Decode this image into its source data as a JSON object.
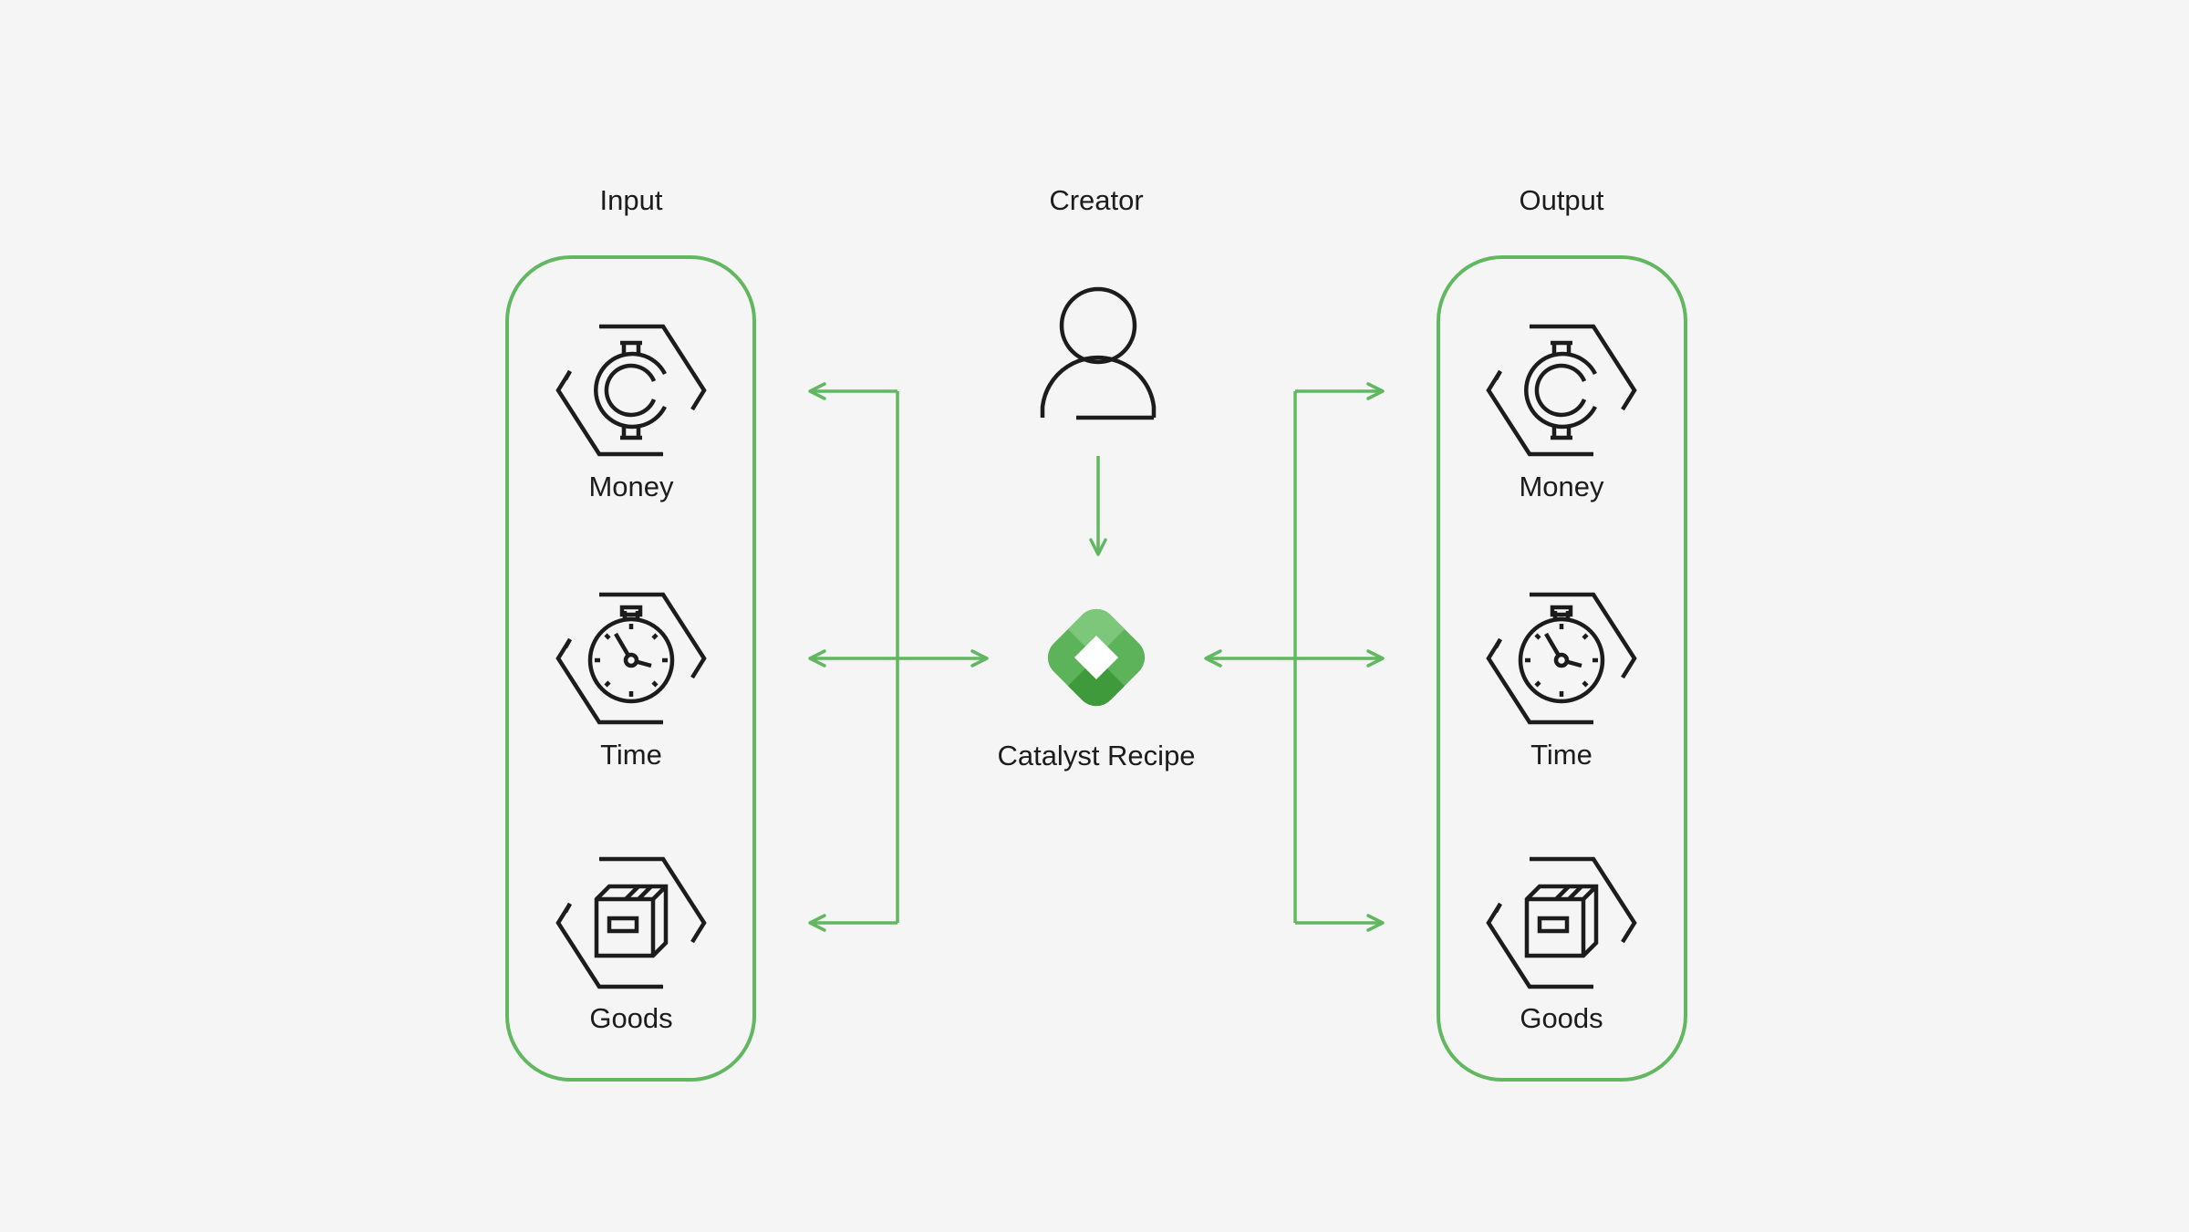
{
  "headers": {
    "input": "Input",
    "creator": "Creator",
    "output": "Output"
  },
  "center": {
    "label": "Catalyst Recipe",
    "icon": "catalyst-logo-icon"
  },
  "creator_icon": "person-icon",
  "input_items": [
    {
      "label": "Money",
      "icon": "money-hexagon-icon"
    },
    {
      "label": "Time",
      "icon": "stopwatch-hexagon-icon"
    },
    {
      "label": "Goods",
      "icon": "box-hexagon-icon"
    }
  ],
  "output_items": [
    {
      "label": "Money",
      "icon": "money-hexagon-icon"
    },
    {
      "label": "Time",
      "icon": "stopwatch-hexagon-icon"
    },
    {
      "label": "Goods",
      "icon": "box-hexagon-icon"
    }
  ],
  "colors": {
    "background": "#f5f5f5",
    "accent_green": "#62b860",
    "logo_green_dark": "#3f9a3c",
    "logo_green_light": "#7cc77a",
    "ink": "#1c1c1c"
  }
}
